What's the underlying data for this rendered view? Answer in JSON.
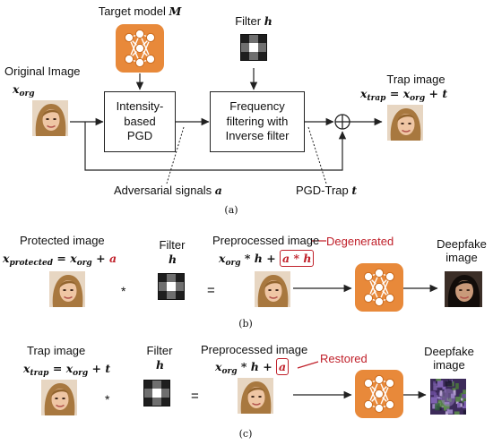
{
  "panel_a": {
    "target_model_label": "Target model",
    "target_model_symbol": "M",
    "filter_label": "Filter",
    "filter_symbol": "h",
    "original_image_label": "Original Image",
    "x_org": "x",
    "x_org_sub": "org",
    "intensity_box_lines": [
      "Intensity-",
      "based",
      "PGD"
    ],
    "frequency_box_lines": [
      "Frequency",
      "filtering with",
      "Inverse filter"
    ],
    "trap_image_label": "Trap image",
    "trap_eq": {
      "lhs": "x",
      "lhs_sub": "trap",
      "eq": "=",
      "t1": "x",
      "t1_sub": "org",
      "plus": "+",
      "t2": "t"
    },
    "adversarial_label": "Adversarial signals",
    "adversarial_symbol": "a",
    "pgd_trap_label": "PGD-Trap",
    "pgd_trap_symbol": "t",
    "caption": "(a)"
  },
  "panel_b": {
    "protected_label": "Protected image",
    "protected_eq": {
      "lhs": "x",
      "lhs_sub": "protected",
      "eq": "=",
      "t1": "x",
      "t1_sub": "org",
      "plus": "+",
      "t2": "a"
    },
    "star": "*",
    "filter_label": "Filter",
    "filter_symbol": "h",
    "equals": "=",
    "preprocessed_label": "Preprocessed image",
    "pre_eq": {
      "t1": "x",
      "t1_sub": "org",
      "op": "* h +",
      "boxed": "a * h"
    },
    "callout": "Degenerated",
    "deepfake_label_lines": [
      "Deepfake",
      "image"
    ],
    "caption": "(b)"
  },
  "panel_c": {
    "trap_label": "Trap image",
    "trap_eq": {
      "lhs": "x",
      "lhs_sub": "trap",
      "eq": "=",
      "t1": "x",
      "t1_sub": "org",
      "plus": "+",
      "t2": "t"
    },
    "star": "*",
    "filter_label": "Filter",
    "filter_symbol": "h",
    "equals": "=",
    "preprocessed_label": "Preprocessed image",
    "pre_eq": {
      "t1": "x",
      "t1_sub": "org",
      "op": "* h +",
      "boxed": "a"
    },
    "callout": "Restored",
    "deepfake_label_lines": [
      "Deepfake",
      "image"
    ],
    "caption": "(c)"
  },
  "colors": {
    "model_orange": "#e8893a",
    "model_dark": "#c9691c",
    "accent_red": "#c0202a",
    "filter_dark": "#1e1e1e",
    "filter_mid": "#6f6f6f",
    "filter_center": "#ffffff"
  }
}
